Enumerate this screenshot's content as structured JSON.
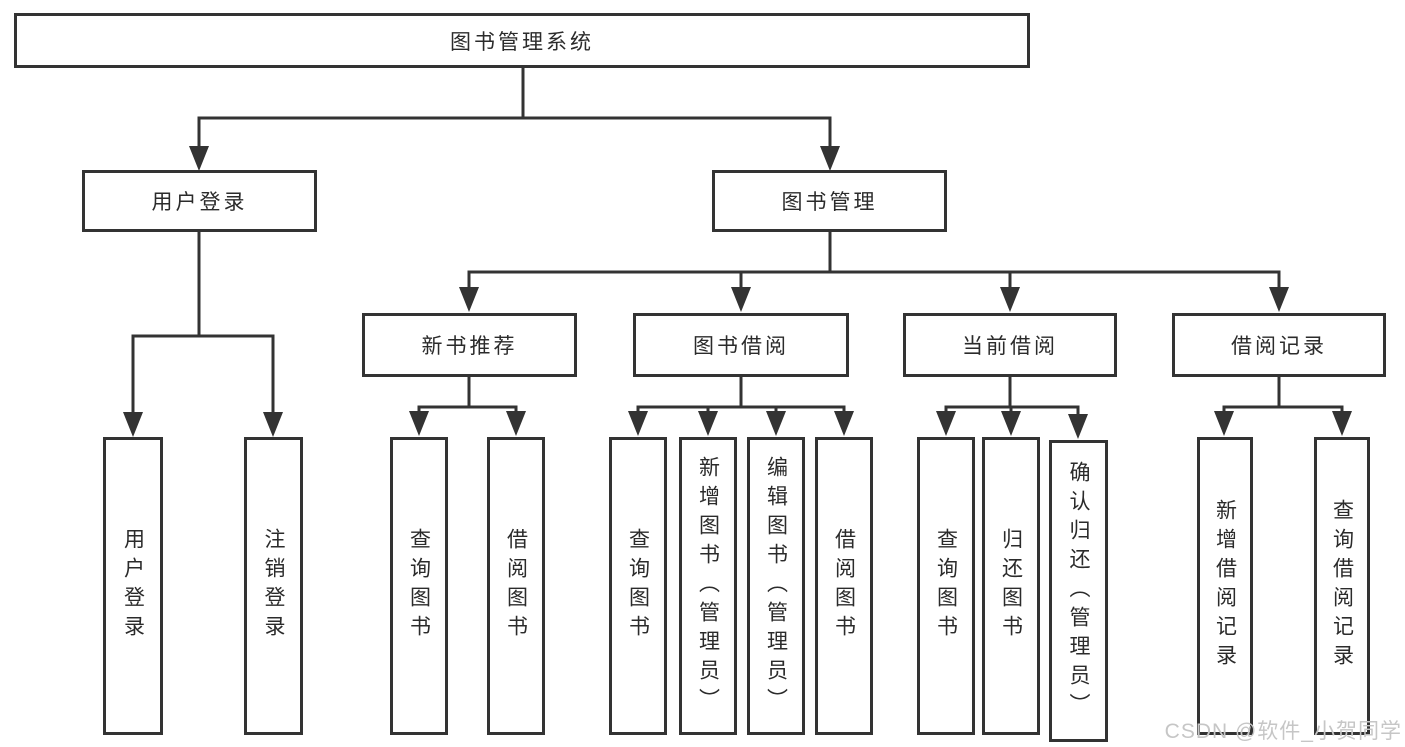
{
  "diagram": {
    "root": {
      "label": "图书管理系统"
    },
    "level2": [
      {
        "label": "用户登录"
      },
      {
        "label": "图书管理"
      }
    ],
    "level3": [
      {
        "label": "新书推荐"
      },
      {
        "label": "图书借阅"
      },
      {
        "label": "当前借阅"
      },
      {
        "label": "借阅记录"
      }
    ],
    "leaves": [
      {
        "label": "用户登录"
      },
      {
        "label": "注销登录"
      },
      {
        "label": "查询图书"
      },
      {
        "label": "借阅图书"
      },
      {
        "label": "查询图书"
      },
      {
        "label": "新增图书（管理员）"
      },
      {
        "label": "编辑图书（管理员）"
      },
      {
        "label": "借阅图书"
      },
      {
        "label": "查询图书"
      },
      {
        "label": "归还图书"
      },
      {
        "label": "确认归还（管理员）"
      },
      {
        "label": "新增借阅记录"
      },
      {
        "label": "查询借阅记录"
      }
    ]
  },
  "watermark": {
    "text": "CSDN @软件_小贺同学"
  },
  "colors": {
    "line": "#333333",
    "box_border": "#333333",
    "text": "#2b2b2b",
    "watermark": "#c6c6c6",
    "background": "#ffffff"
  }
}
